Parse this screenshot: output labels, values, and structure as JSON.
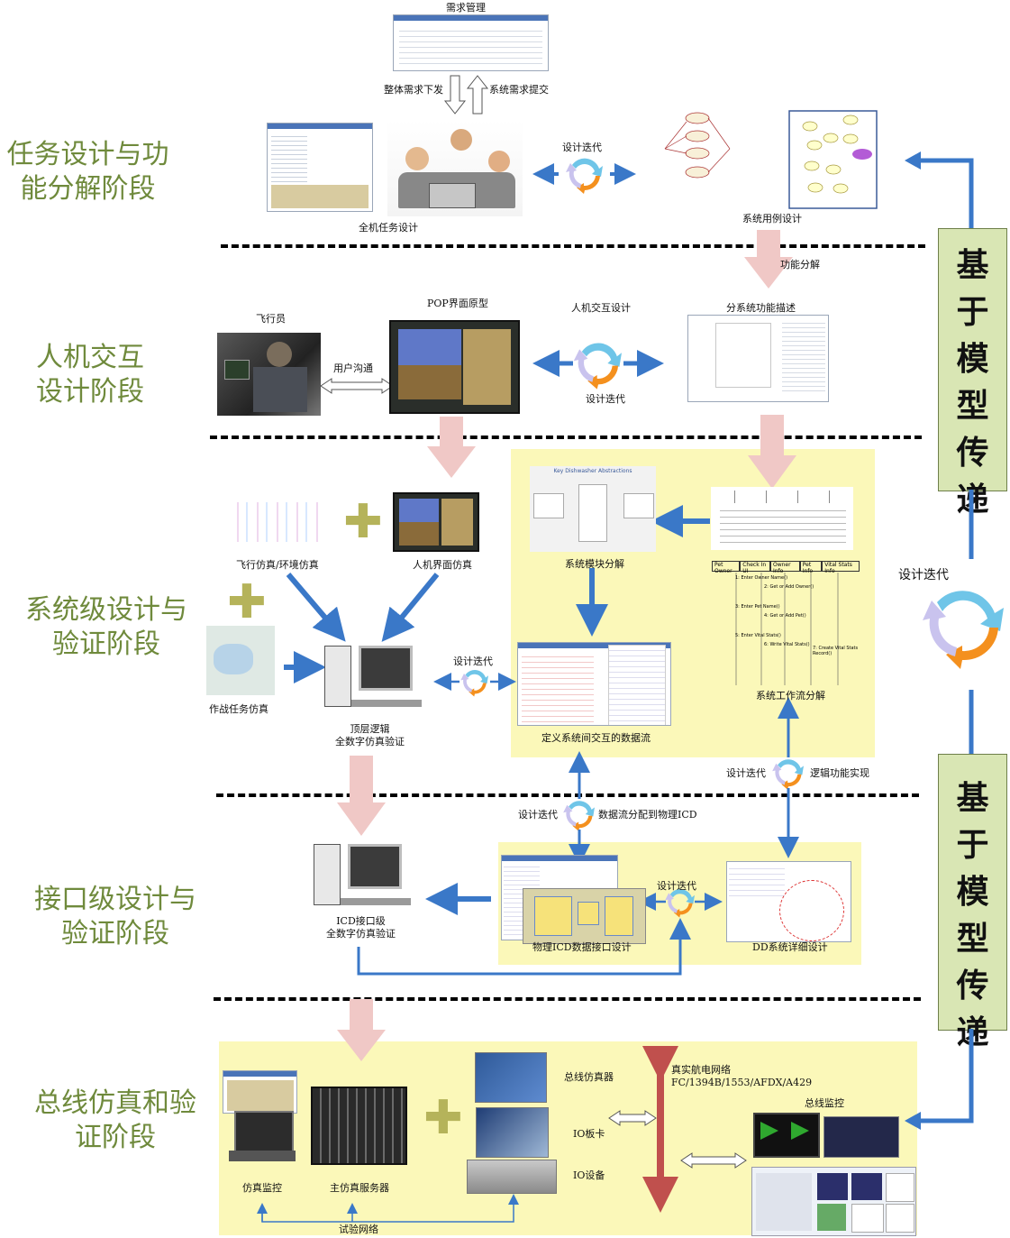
{
  "stages": [
    {
      "key": "task",
      "label": "任务设计与功\n能分解阶段"
    },
    {
      "key": "hmi",
      "label": "人机交互\n设计阶段"
    },
    {
      "key": "system",
      "label": "系统级设计与\n验证阶段"
    },
    {
      "key": "interface",
      "label": "接口级设计与\n验证阶段"
    },
    {
      "key": "bus",
      "label": "总线仿真和验\n证阶段"
    }
  ],
  "side_label": "基\n于\n模\n型\n传\n递",
  "labels": {
    "req_mgmt": "需求管理",
    "overall_req": "整体需求下发",
    "sys_req_submit": "系统需求提交",
    "design_iter": "设计迭代",
    "whole_task_design": "全机任务设计",
    "sys_usecase": "系统用例设计",
    "func_decomp": "功能分解",
    "pilot": "飞行员",
    "pop_proto": "POP界面原型",
    "hci_design": "人机交互设计",
    "subsys_func": "分系统功能描述",
    "user_comm": "用户沟通",
    "flight_env_sim": "飞行仿真/环境仿真",
    "hmi_sim": "人机界面仿真",
    "combat_sim": "作战任务仿真",
    "top_logic": "顶层逻辑\n全数字仿真验证",
    "sys_module_decomp": "系统模块分解",
    "define_dataflow": "定义系统间交互的数据流",
    "sys_workflow_decomp": "系统工作流分解",
    "logic_impl": "逻辑功能实现",
    "dataflow_to_icd": "数据流分配到物理ICD",
    "icd_verify": "ICD接口级\n全数字仿真验证",
    "phys_icd": "物理ICD数据接口设计",
    "dd_detail": "DD系统详细设计",
    "real_network": "真实航电网络\nFC/1394B/1553/AFDX/A429",
    "bus_simulator": "总线仿真器",
    "io_card": "IO板卡",
    "io_device": "IO设备",
    "bus_monitor": "总线监控",
    "sim_monitor": "仿真监控",
    "main_server": "主仿真服务器",
    "test_network": "试验网络",
    "key_abstractions": "Key Dishwasher Abstractions"
  },
  "workflow_lanes": [
    "Pet Owner",
    "Check In UI",
    "Owner Info",
    "Pet Info",
    "Vital Stats Info"
  ],
  "workflow_steps": [
    "1: Enter Owner Name()",
    "2: Get or Add Owner()",
    "3: Enter Pet Name()",
    "4: Get or Add Pet()",
    "5: Enter Vital Stats()",
    "6: Write Vital Stats()",
    "7: Create Vital Stats Record()"
  ],
  "colors": {
    "stage_text": "#6f8a3c",
    "flow_arrow": "#3a78c8",
    "pink_arrow": "#f0c8c6",
    "highlight_bg": "#fbf8b9",
    "side_bg": "#d9e6b4",
    "bus_arrow": "#c0504d",
    "cycle_blue": "#6fc5e8",
    "cycle_orange": "#f4901e",
    "cycle_lilac": "#c9c3ee"
  }
}
